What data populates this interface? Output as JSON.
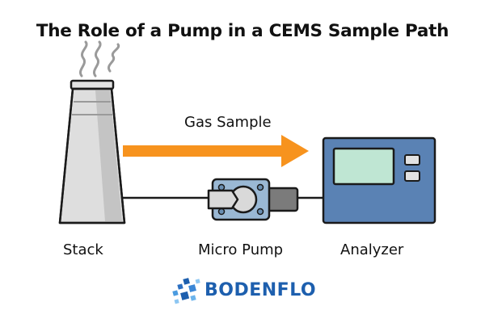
{
  "title": "The Role of a Pump in a CEMS Sample Path",
  "labels": {
    "gas_sample": "Gas Sample",
    "stack": "Stack",
    "micro_pump": "Micro Pump",
    "analyzer": "Analyzer"
  },
  "logo": {
    "text": "BODENFLO",
    "icon": "cube-icon"
  },
  "colors": {
    "arrow": "#f7931e",
    "analyzer_body": "#5a82b4",
    "analyzer_screen": "#bfe6d3",
    "pump_body": "#9ab8d4",
    "stack_body": "#dedede",
    "brand": "#1d5fae"
  }
}
